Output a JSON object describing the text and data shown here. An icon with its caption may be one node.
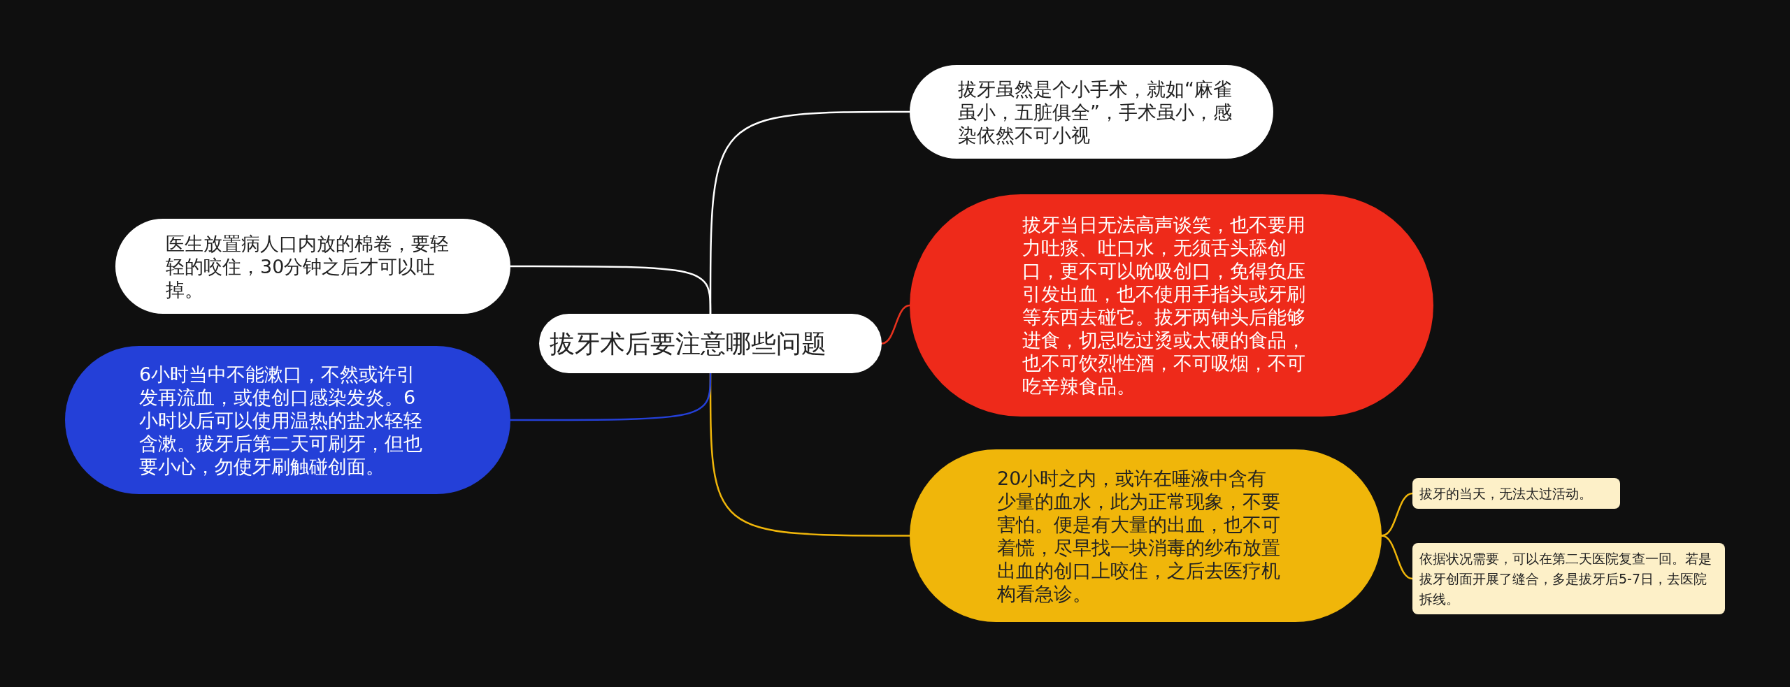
{
  "diagram": {
    "nodes": [
      {
        "text": [
          "拔牙术后要注意哪些问题"
        ]
      },
      {
        "text": [
          "拔牙虽然是个小手术，就如“麻雀虽小，五脏俱全”，手术虽小，感染依然不可小视"
        ]
      },
      {
        "text": [
          "拔牙当日无法高声谈笑，也不要用力吐痰、吐口水，无须舌头舔创口，更不可以吮吸创口，免得负压引发出血，也不使用手指头或牙刷等东西去碰它。拔牙两钟头后能够进食，切忌吃过烫或太硬的食品，也不可饮烈性酒，不可吸烟，不可吃辛辣食品。"
        ]
      },
      {
        "text": [
          "20小时之内，或许在唾液中含有少量的血水，此为正常现象，不要害怕。便是有大量的出血，也不可着慌，尽早找一块消毒的纱布放置出血的创口上咬住，之后去医疗机构看急诊。"
        ]
      },
      {
        "text": [
          "拔牙的当天，无法太过活动。"
        ]
      },
      {
        "text": [
          "依据状况需要，可以在第二天医院复查一回。若是拔牙创面开展了缝合，多是拔牙后5-7日，去医院拆线。"
        ]
      },
      {
        "text": [
          "医生放置病人口内放的棉卷，要轻轻的咬住，30分钟之后才可以吐掉。"
        ]
      },
      {
        "text": [
          "6小时当中不能漱口，不然或许引发再流血，或使创口感染发炎。6小时以后可以使用温热的盐水轻轻含漱。拔牙后第二天可刷牙，但也要小心，勿使牙刷触碰创面。"
        ]
      }
    ],
    "edges": [
      {
        "from": 0,
        "to": 1,
        "arrow": "none",
        "color": "#ffffff"
      },
      {
        "from": 0,
        "to": 2,
        "arrow": "none",
        "color": "#e8321e"
      },
      {
        "from": 0,
        "to": 3,
        "arrow": "none"
      },
      {
        "from": 3,
        "to": 4,
        "arrow": "none"
      },
      {
        "from": 3,
        "to": 5,
        "arrow": "none"
      },
      {
        "from": 0,
        "to": 6,
        "arrow": "none",
        "color": "#ffffff"
      },
      {
        "from": 0,
        "to": 7,
        "arrow": "none",
        "color": "#2440d8"
      }
    ]
  }
}
